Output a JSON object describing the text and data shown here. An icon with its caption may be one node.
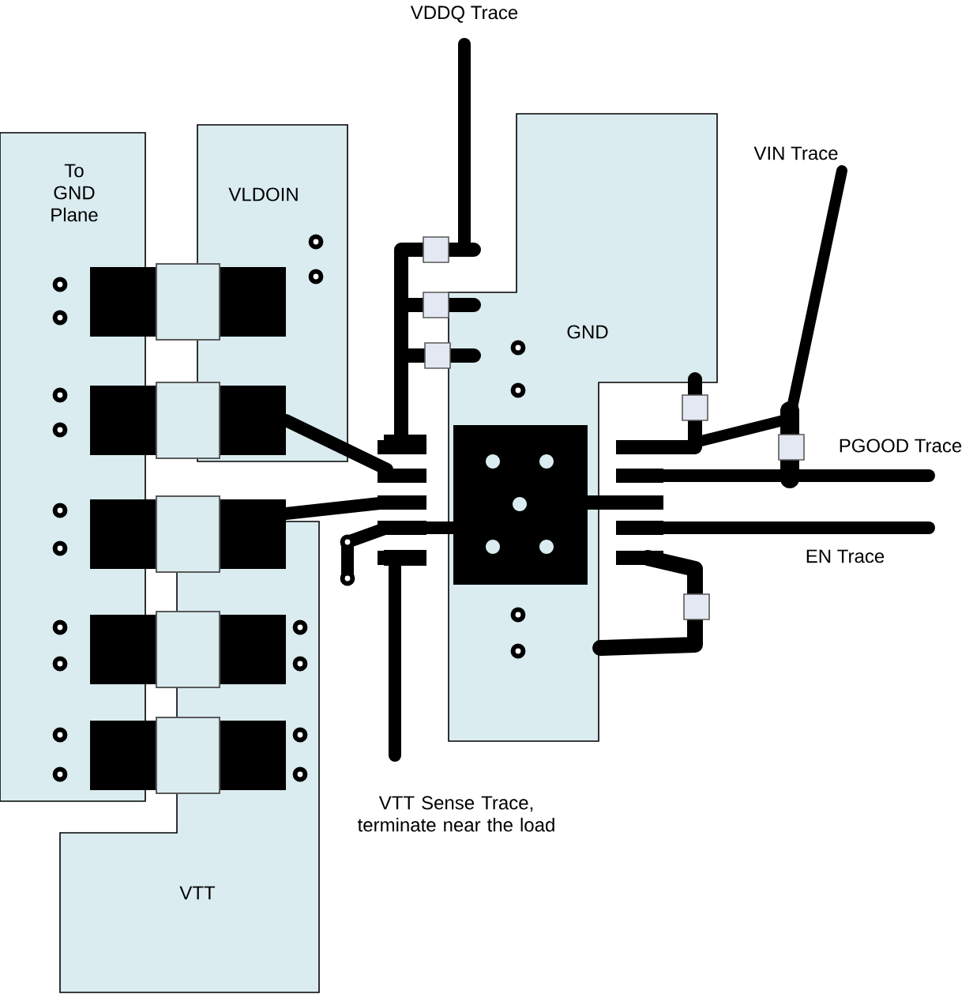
{
  "diagram": {
    "nodes": [
      {
        "text": [
          "To GND Plane"
        ]
      },
      {
        "text": [
          "VLDOIN"
        ]
      },
      {
        "text": [
          "GND"
        ]
      },
      {
        "text": [
          "VTT"
        ]
      }
    ],
    "labels": [
      "VDDQ Trace",
      "VIN Trace",
      "PGOOD Trace",
      "EN Trace",
      "VTT Sense Trace, terminate near the load"
    ]
  }
}
